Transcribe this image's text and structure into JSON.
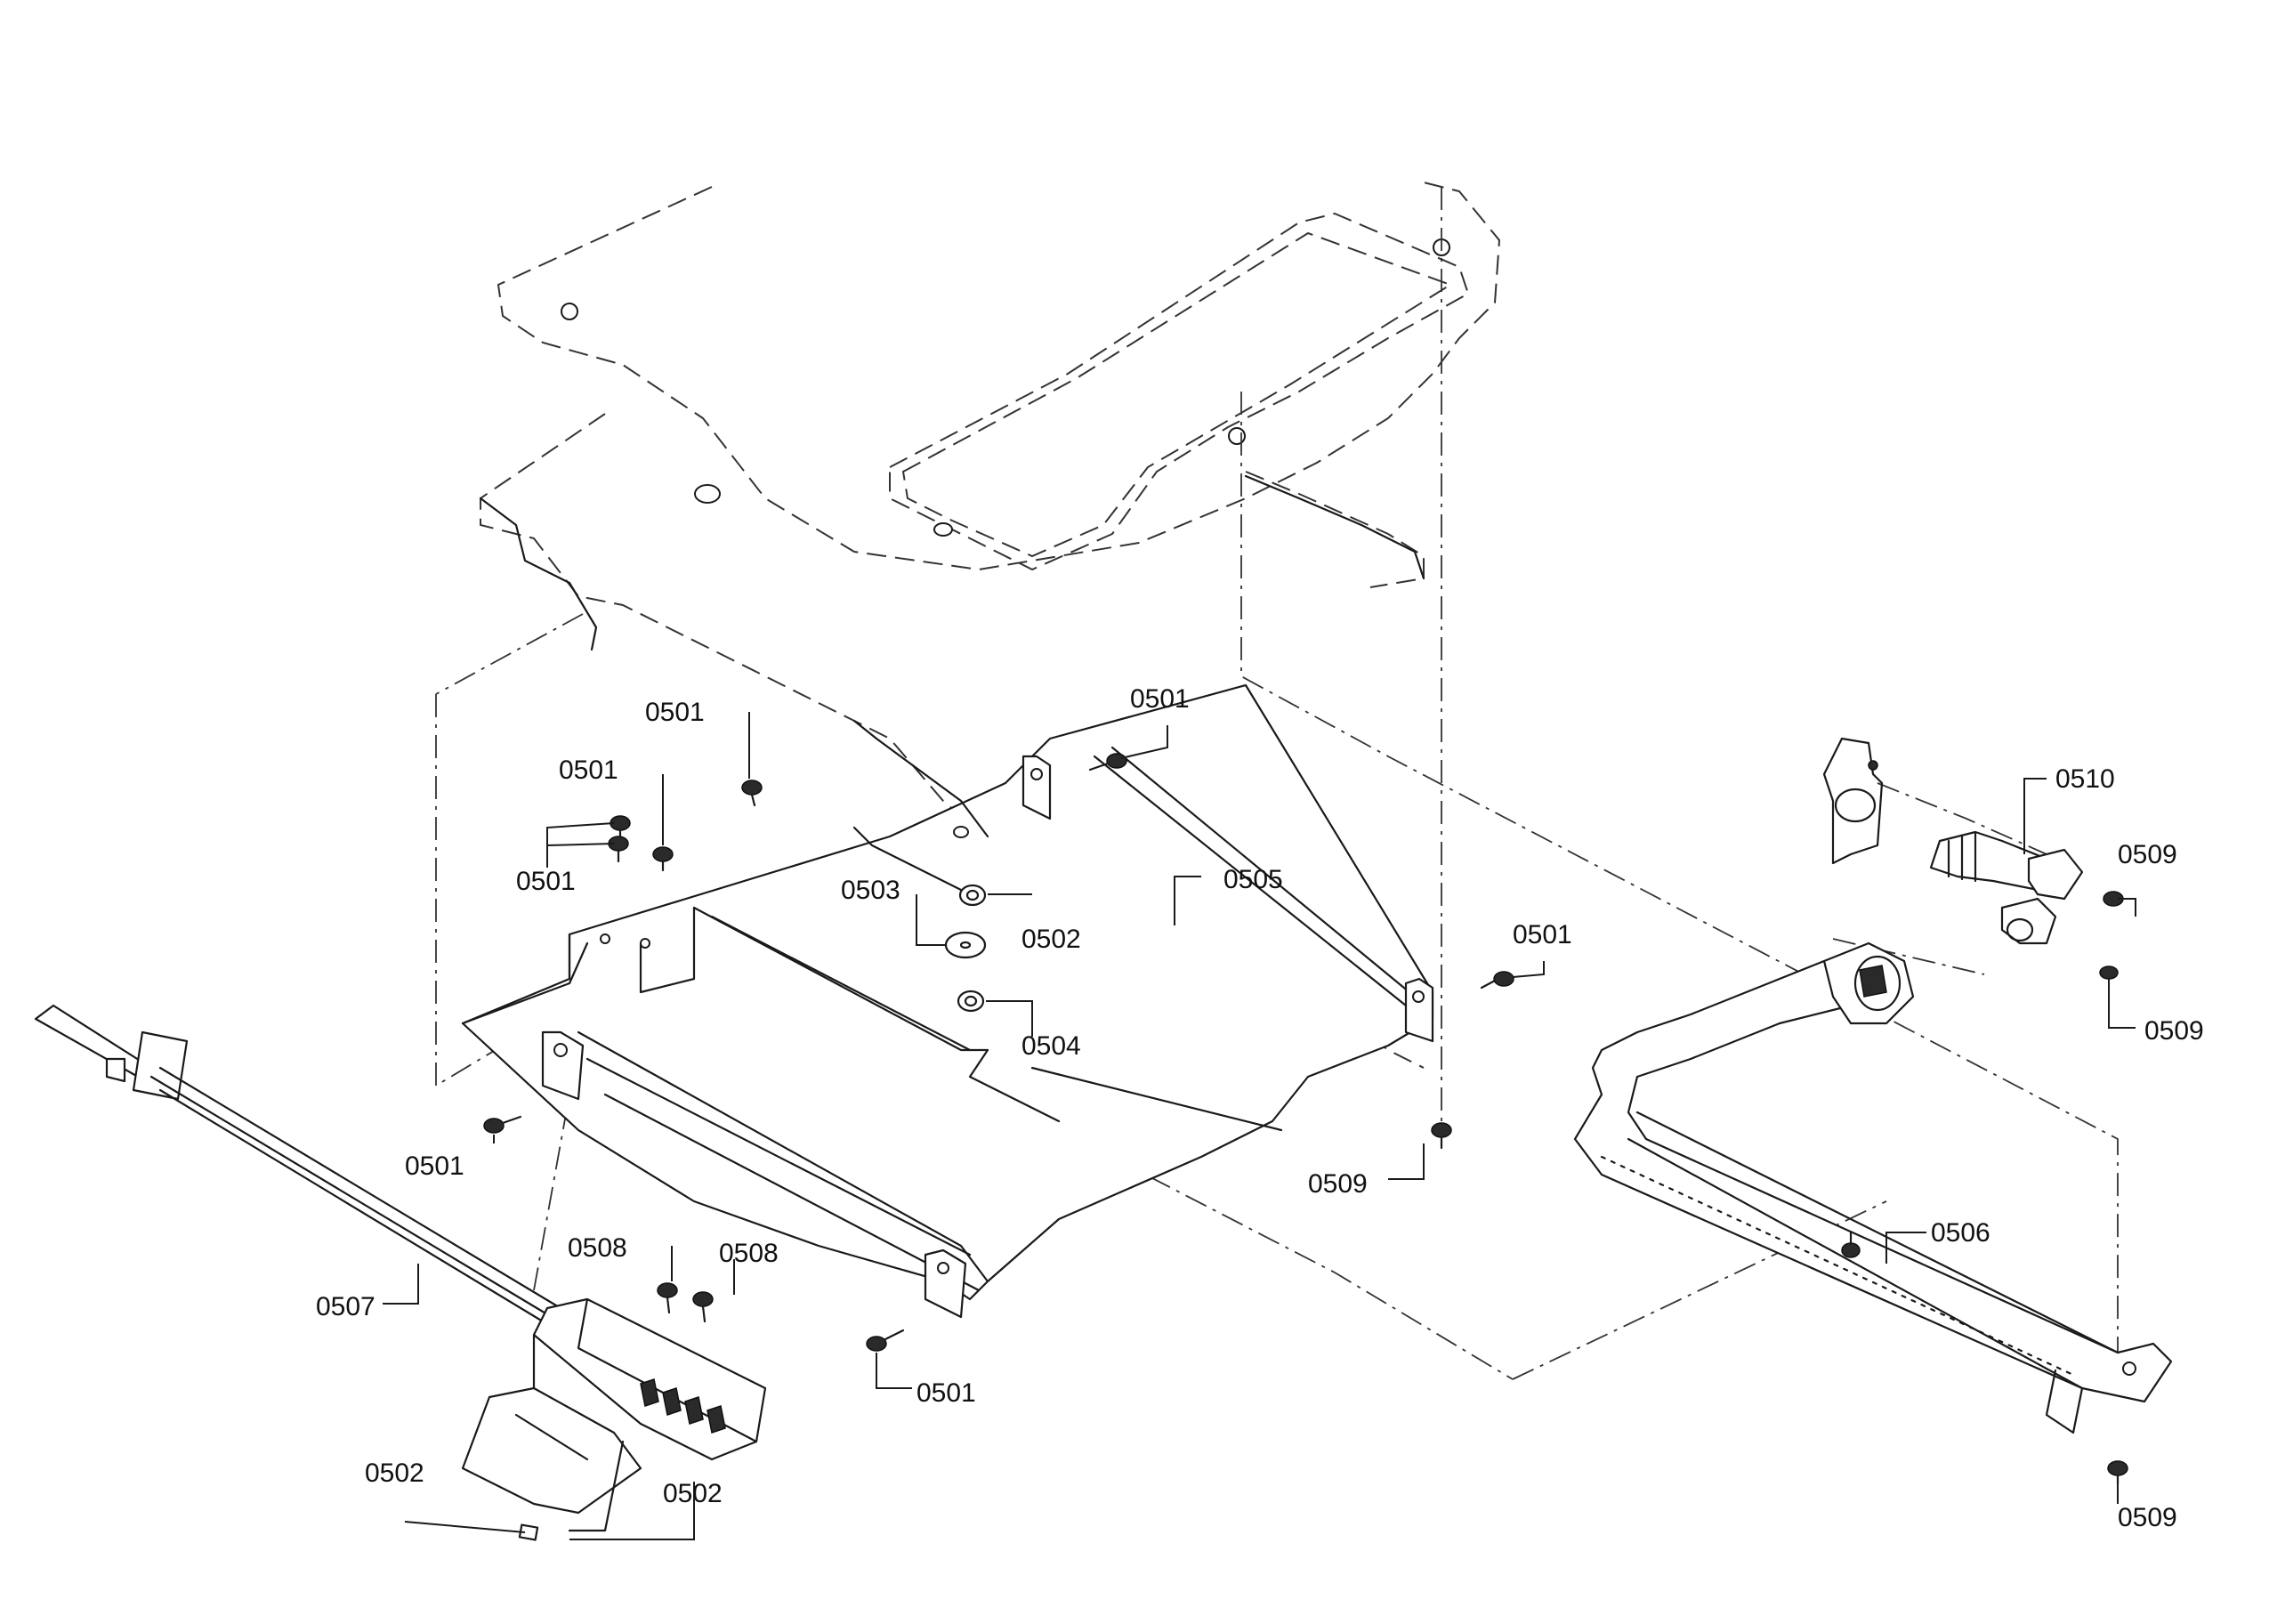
{
  "callouts": [
    {
      "id": "c01",
      "text": "0501"
    },
    {
      "id": "c02",
      "text": "0501"
    },
    {
      "id": "c03",
      "text": "0501"
    },
    {
      "id": "c04",
      "text": "0501"
    },
    {
      "id": "c05",
      "text": "0501"
    },
    {
      "id": "c06",
      "text": "0501"
    },
    {
      "id": "c07",
      "text": "0501"
    },
    {
      "id": "c08",
      "text": "0503"
    },
    {
      "id": "c09",
      "text": "0502"
    },
    {
      "id": "c10",
      "text": "0504"
    },
    {
      "id": "c11",
      "text": "0505"
    },
    {
      "id": "c12",
      "text": "0510"
    },
    {
      "id": "c13",
      "text": "0509"
    },
    {
      "id": "c14",
      "text": "0509"
    },
    {
      "id": "c15",
      "text": "0509"
    },
    {
      "id": "c16",
      "text": "0509"
    },
    {
      "id": "c17",
      "text": "0506"
    },
    {
      "id": "c18",
      "text": "0507"
    },
    {
      "id": "c19",
      "text": "0508"
    },
    {
      "id": "c20",
      "text": "0508"
    },
    {
      "id": "c21",
      "text": "0502"
    },
    {
      "id": "c22",
      "text": "0502"
    }
  ]
}
